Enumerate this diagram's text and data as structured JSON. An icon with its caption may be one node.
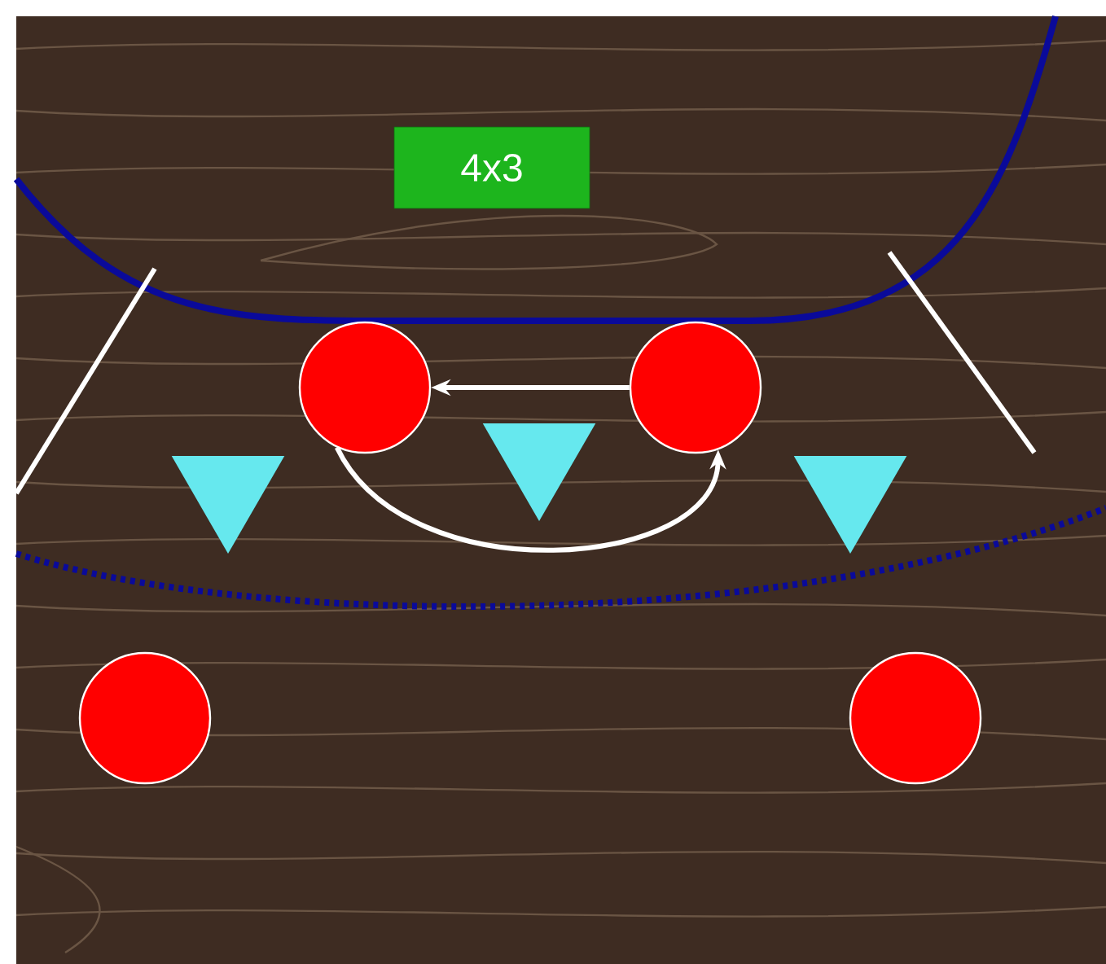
{
  "diagram": {
    "nodes": [
      {
        "text": [
          "4x3"
        ]
      },
      {
        "text": [],
        "shape": "circle"
      },
      {
        "text": [],
        "shape": "circle"
      },
      {
        "text": [],
        "shape": "triangle"
      },
      {
        "text": [],
        "shape": "triangle"
      },
      {
        "text": [],
        "shape": "triangle"
      },
      {
        "text": [],
        "shape": "circle"
      },
      {
        "text": [],
        "shape": "circle"
      }
    ],
    "edges": [
      {
        "from": 2,
        "to": 1,
        "arrow": "to"
      },
      {
        "from": 1,
        "to": 2,
        "arrow": "to"
      }
    ]
  }
}
